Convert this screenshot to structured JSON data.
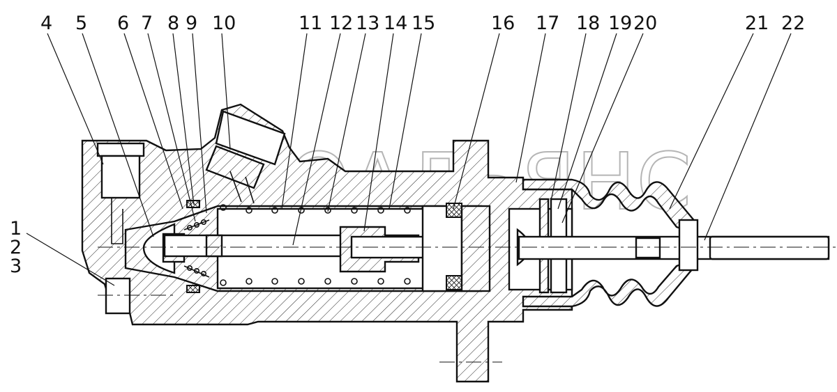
{
  "drawing": {
    "callouts_top": [
      "4",
      "5",
      "6",
      "7",
      "8",
      "9",
      "10",
      "11",
      "12",
      "13",
      "14",
      "15",
      "16",
      "17",
      "18",
      "19",
      "20",
      "21",
      "22"
    ],
    "callouts_left": [
      "1",
      "2",
      "3"
    ],
    "watermark": "АВТОАЛЬЯНС"
  }
}
